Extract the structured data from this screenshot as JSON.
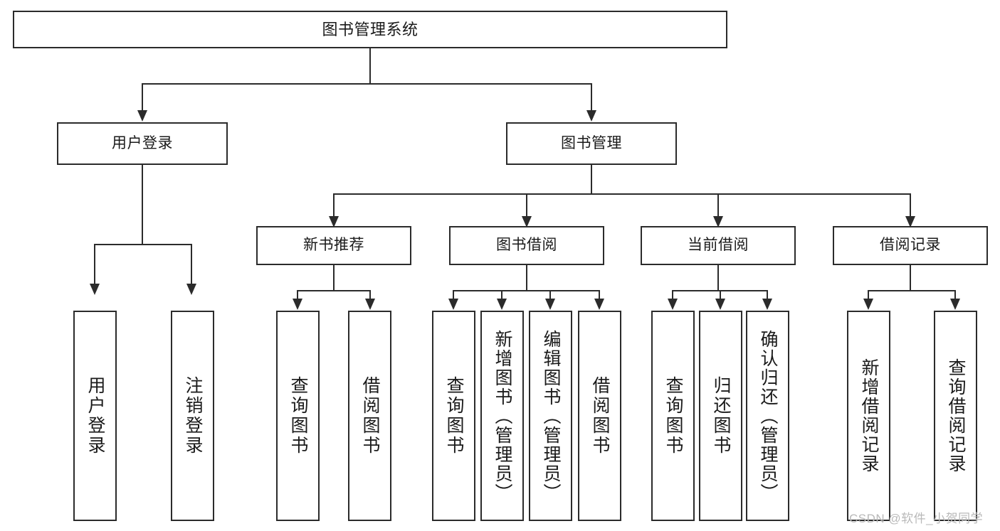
{
  "diagram": {
    "title": "图书管理系统",
    "root": {
      "label": "图书管理系统"
    },
    "level2": [
      {
        "label": "用户登录"
      },
      {
        "label": "图书管理"
      }
    ],
    "level3": [
      {
        "label": "新书推荐"
      },
      {
        "label": "图书借阅"
      },
      {
        "label": "当前借阅"
      },
      {
        "label": "借阅记录"
      }
    ],
    "leaves": {
      "user_login": [
        {
          "label": "用户登录"
        },
        {
          "label": "注销登录"
        }
      ],
      "new_book_recommend": [
        {
          "label": "查询图书"
        },
        {
          "label": "借阅图书"
        }
      ],
      "book_borrow": [
        {
          "label": "查询图书"
        },
        {
          "label": "新增图书（管理员）"
        },
        {
          "label": "编辑图书（管理员）"
        },
        {
          "label": "借阅图书"
        }
      ],
      "current_borrow": [
        {
          "label": "查询图书"
        },
        {
          "label": "归还图书"
        },
        {
          "label": "确认归还（管理员）"
        }
      ],
      "borrow_record": [
        {
          "label": "新增借阅记录"
        },
        {
          "label": "查询借阅记录"
        }
      ]
    }
  },
  "watermark": {
    "text": "CSDN @软件_小贺同学"
  },
  "colors": {
    "stroke": "#2b2b2b",
    "text": "#1a1a1a",
    "background": "#ffffff",
    "watermark": "#b9b9b9"
  }
}
